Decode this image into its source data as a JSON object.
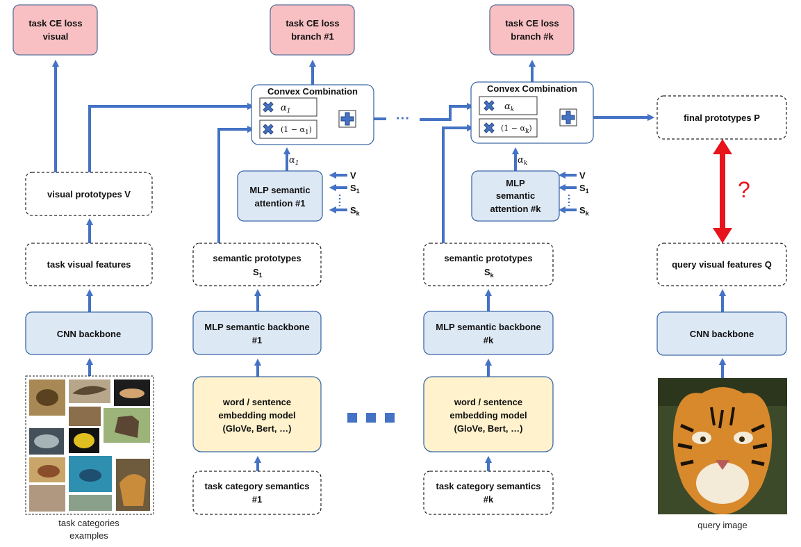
{
  "losses": {
    "visual": [
      "task CE loss",
      "visual"
    ],
    "branch1": [
      "task CE loss",
      "branch #1"
    ],
    "branchk": [
      "task CE loss",
      "branch #k"
    ]
  },
  "convex": {
    "title": "Convex Combination",
    "alpha1": "α",
    "alpha1_sub": "1",
    "one_minus_alpha1": "(1 − α",
    "close_paren": ")",
    "alphak_sub": "k"
  },
  "attention": {
    "b1": [
      "MLP semantic",
      "attention #1"
    ],
    "bk": [
      "MLP",
      "semantic",
      "attention #k"
    ],
    "inputs": {
      "v": "V",
      "s": "S",
      "s1_sub": "1",
      "sk_sub": "k"
    }
  },
  "visual_branch": {
    "prototypes": "visual prototypes V",
    "features": "task visual features",
    "backbone": "CNN backbone",
    "examples_caption": [
      "task categories",
      "examples"
    ]
  },
  "semantic_branch": {
    "prototypes": "semantic prototypes",
    "proto_symbol": "S",
    "sub1": "1",
    "subk": "k",
    "backbone1": [
      "MLP semantic backbone",
      "#1"
    ],
    "backbonek": [
      "MLP semantic backbone",
      "#k"
    ],
    "embedding": [
      "word / sentence",
      "embedding model",
      "(GloVe, Bert, …)"
    ],
    "category1": [
      "task category semantics",
      "#1"
    ],
    "categoryk": [
      "task category semantics",
      "#k"
    ],
    "ellipsis": "···"
  },
  "query_branch": {
    "final": "final prototypes P",
    "question": "?",
    "features": "query visual features Q",
    "backbone": "CNN backbone",
    "image_caption": "query image"
  },
  "colors": {
    "arrow": "#4472c4",
    "loss": "#f9c0c4",
    "backbone": "#dde8f5",
    "embedding": "#fff2cc",
    "compare": "#e8141c"
  }
}
